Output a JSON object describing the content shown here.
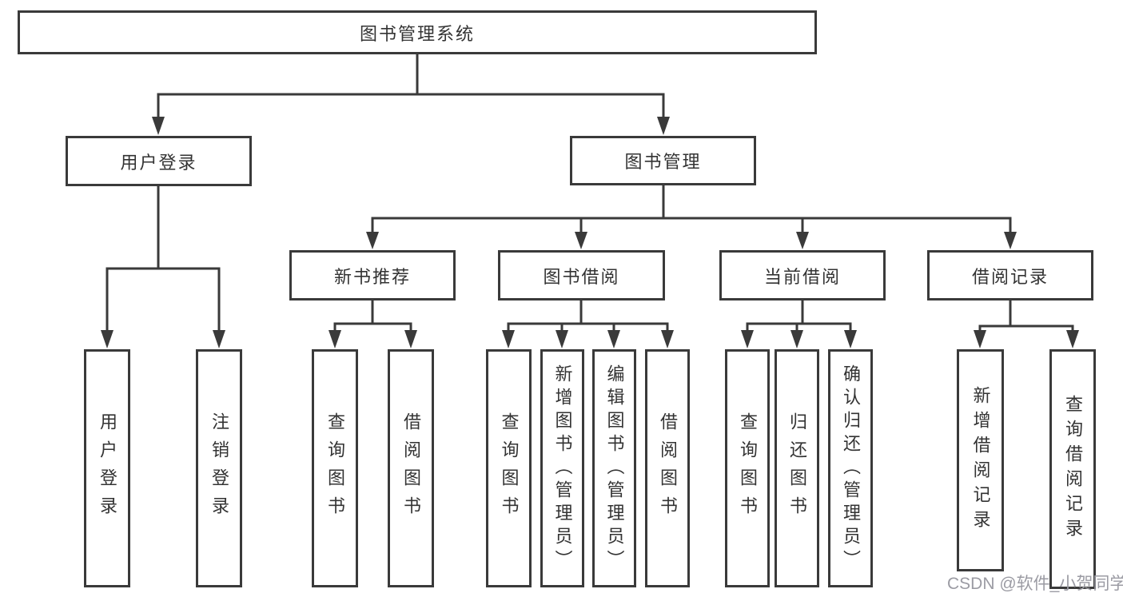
{
  "tree": {
    "root": {
      "label": "图书管理系统"
    },
    "branches": [
      {
        "label": "用户登录",
        "children": [
          {
            "label": "用户登录"
          },
          {
            "label": "注销登录"
          }
        ]
      },
      {
        "label": "图书管理",
        "sections": [
          {
            "label": "新书推荐",
            "children": [
              {
                "label": "查询图书"
              },
              {
                "label": "借阅图书"
              }
            ]
          },
          {
            "label": "图书借阅",
            "children": [
              {
                "label": "查询图书"
              },
              {
                "label": "新增图书（管理员）"
              },
              {
                "label": "编辑图书（管理员）"
              },
              {
                "label": "借阅图书"
              }
            ]
          },
          {
            "label": "当前借阅",
            "children": [
              {
                "label": "查询图书"
              },
              {
                "label": "归还图书"
              },
              {
                "label": "确认归还（管理员）"
              }
            ]
          },
          {
            "label": "借阅记录",
            "children": [
              {
                "label": "新增借阅记录"
              },
              {
                "label": "查询借阅记录"
              }
            ]
          }
        ]
      }
    ]
  },
  "watermark": {
    "text": "CSDN @软件_小贺同学",
    "color": "#9b9ba3"
  },
  "colors": {
    "line": "#3a3a3a",
    "text": "#333333",
    "node_background": "#ffffff",
    "page_background": "#ffffff"
  }
}
